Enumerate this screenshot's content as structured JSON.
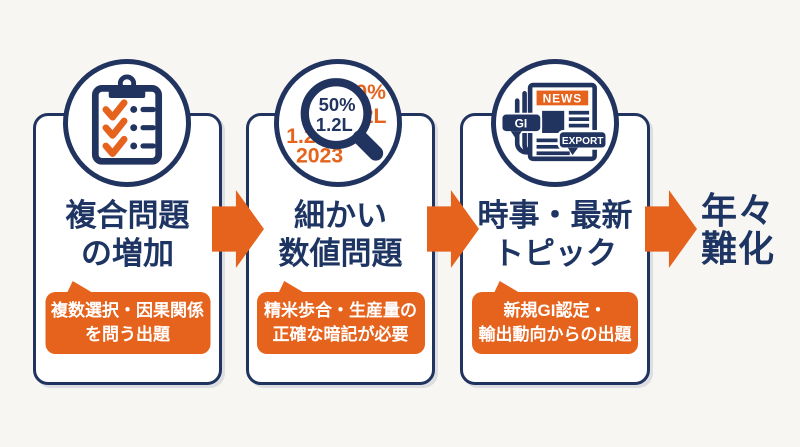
{
  "colors": {
    "navy": "#21335f",
    "title_navy": "#1e3563",
    "orange": "#e5631d",
    "background": "#f7f6f3",
    "card_bg": "#ffffff",
    "badge_text": "#ffffff"
  },
  "cards": [
    {
      "icon": "clipboard-checklist-icon",
      "title_line1": "複合問題",
      "title_line2": "の増加",
      "badge_line1": "複数選択・因果関係",
      "badge_line2": "を問う出題"
    },
    {
      "icon": "magnifier-numbers-icon",
      "title_line1": "細かい",
      "title_line2": "数値問題",
      "badge_line1": "精米歩合・生産量の",
      "badge_line2": "正確な暗記が必要"
    },
    {
      "icon": "newspaper-topics-icon",
      "title_line1": "時事・最新",
      "title_line2": "トピック",
      "badge_line1": "新規GI認定・",
      "badge_line2": "輸出動向からの出題"
    }
  ],
  "magnifier_icon": {
    "lens_line1": "50%",
    "lens_line2": "1.2L",
    "outer_top_right": "50%",
    "outer_right": ".2L",
    "outer_left": "1.2.",
    "outer_bottom": "2023"
  },
  "news_icon": {
    "banner": "NEWS",
    "bubble_left": "GI",
    "bubble_right": "EXPORT"
  },
  "result": {
    "line1": "年々",
    "line2": "難化"
  }
}
